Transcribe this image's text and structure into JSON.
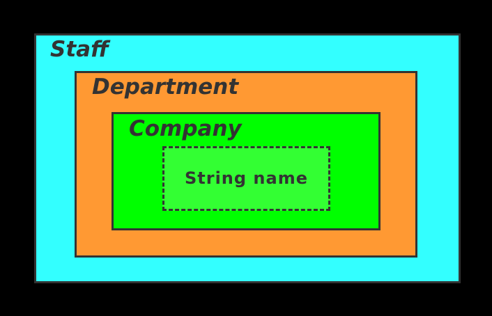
{
  "diagram": {
    "outer": {
      "label": "Staff",
      "color": "#33ffff"
    },
    "middle": {
      "label": "Department",
      "color": "#ff9933"
    },
    "inner": {
      "label": "Company",
      "color": "#00ff00"
    },
    "field": {
      "label": "String name",
      "color": "#33ff33"
    }
  }
}
